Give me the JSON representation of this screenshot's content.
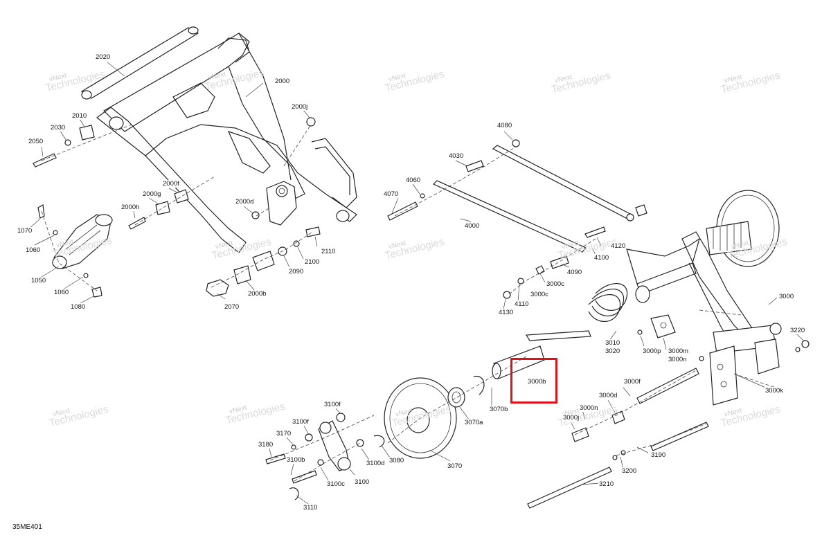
{
  "diagram": {
    "code": "35ME401",
    "highlighted_part": "3000b",
    "watermark": {
      "line1": "vNext",
      "line2": "Technologies",
      "line_small": "vNext Technologies"
    },
    "labels": [
      {
        "id": "2020",
        "text": "2020"
      },
      {
        "id": "2000",
        "text": "2000"
      },
      {
        "id": "2010",
        "text": "2010"
      },
      {
        "id": "2030",
        "text": "2030"
      },
      {
        "id": "2050",
        "text": "2050"
      },
      {
        "id": "2000j",
        "text": "2000j"
      },
      {
        "id": "2000f",
        "text": "2000f"
      },
      {
        "id": "2000g",
        "text": "2000g"
      },
      {
        "id": "2000h",
        "text": "2000h"
      },
      {
        "id": "2000d",
        "text": "2000d"
      },
      {
        "id": "2110",
        "text": "2110"
      },
      {
        "id": "2100",
        "text": "2100"
      },
      {
        "id": "2090",
        "text": "2090"
      },
      {
        "id": "2000b",
        "text": "2000b"
      },
      {
        "id": "2070",
        "text": "2070"
      },
      {
        "id": "1070",
        "text": "1070"
      },
      {
        "id": "1060a",
        "text": "1060"
      },
      {
        "id": "1050",
        "text": "1050"
      },
      {
        "id": "1060b",
        "text": "1060"
      },
      {
        "id": "1080",
        "text": "1080"
      },
      {
        "id": "4080",
        "text": "4080"
      },
      {
        "id": "4030",
        "text": "4030"
      },
      {
        "id": "4060",
        "text": "4060"
      },
      {
        "id": "4070",
        "text": "4070"
      },
      {
        "id": "4000",
        "text": "4000"
      },
      {
        "id": "4120",
        "text": "4120"
      },
      {
        "id": "4100",
        "text": "4100"
      },
      {
        "id": "4090",
        "text": "4090"
      },
      {
        "id": "3000c_a",
        "text": "3000c"
      },
      {
        "id": "3000c_b",
        "text": "3000c"
      },
      {
        "id": "4110",
        "text": "4110"
      },
      {
        "id": "4130",
        "text": "4130"
      },
      {
        "id": "3000",
        "text": "3000"
      },
      {
        "id": "3220",
        "text": "3220"
      },
      {
        "id": "3010",
        "text": "3010"
      },
      {
        "id": "3020",
        "text": "3020"
      },
      {
        "id": "3000p",
        "text": "3000p"
      },
      {
        "id": "3000m",
        "text": "3000m"
      },
      {
        "id": "3000n_a",
        "text": "3000n"
      },
      {
        "id": "3000b",
        "text": "3000b"
      },
      {
        "id": "3000k",
        "text": "3000k"
      },
      {
        "id": "3000f",
        "text": "3000f"
      },
      {
        "id": "3000d",
        "text": "3000d"
      },
      {
        "id": "3000n_b",
        "text": "3000n"
      },
      {
        "id": "3000j",
        "text": "3000j"
      },
      {
        "id": "3070b",
        "text": "3070b"
      },
      {
        "id": "3070a",
        "text": "3070a"
      },
      {
        "id": "3070",
        "text": "3070"
      },
      {
        "id": "3100f_a",
        "text": "3100f"
      },
      {
        "id": "3100f_b",
        "text": "3100f"
      },
      {
        "id": "3170",
        "text": "3170"
      },
      {
        "id": "3180",
        "text": "3180"
      },
      {
        "id": "3100b",
        "text": "3100b"
      },
      {
        "id": "3100c",
        "text": "3100c"
      },
      {
        "id": "3100",
        "text": "3100"
      },
      {
        "id": "3100d",
        "text": "3100d"
      },
      {
        "id": "3080",
        "text": "3080"
      },
      {
        "id": "3110",
        "text": "3110"
      },
      {
        "id": "3190",
        "text": "3190"
      },
      {
        "id": "3200",
        "text": "3200"
      },
      {
        "id": "3210",
        "text": "3210"
      }
    ]
  }
}
